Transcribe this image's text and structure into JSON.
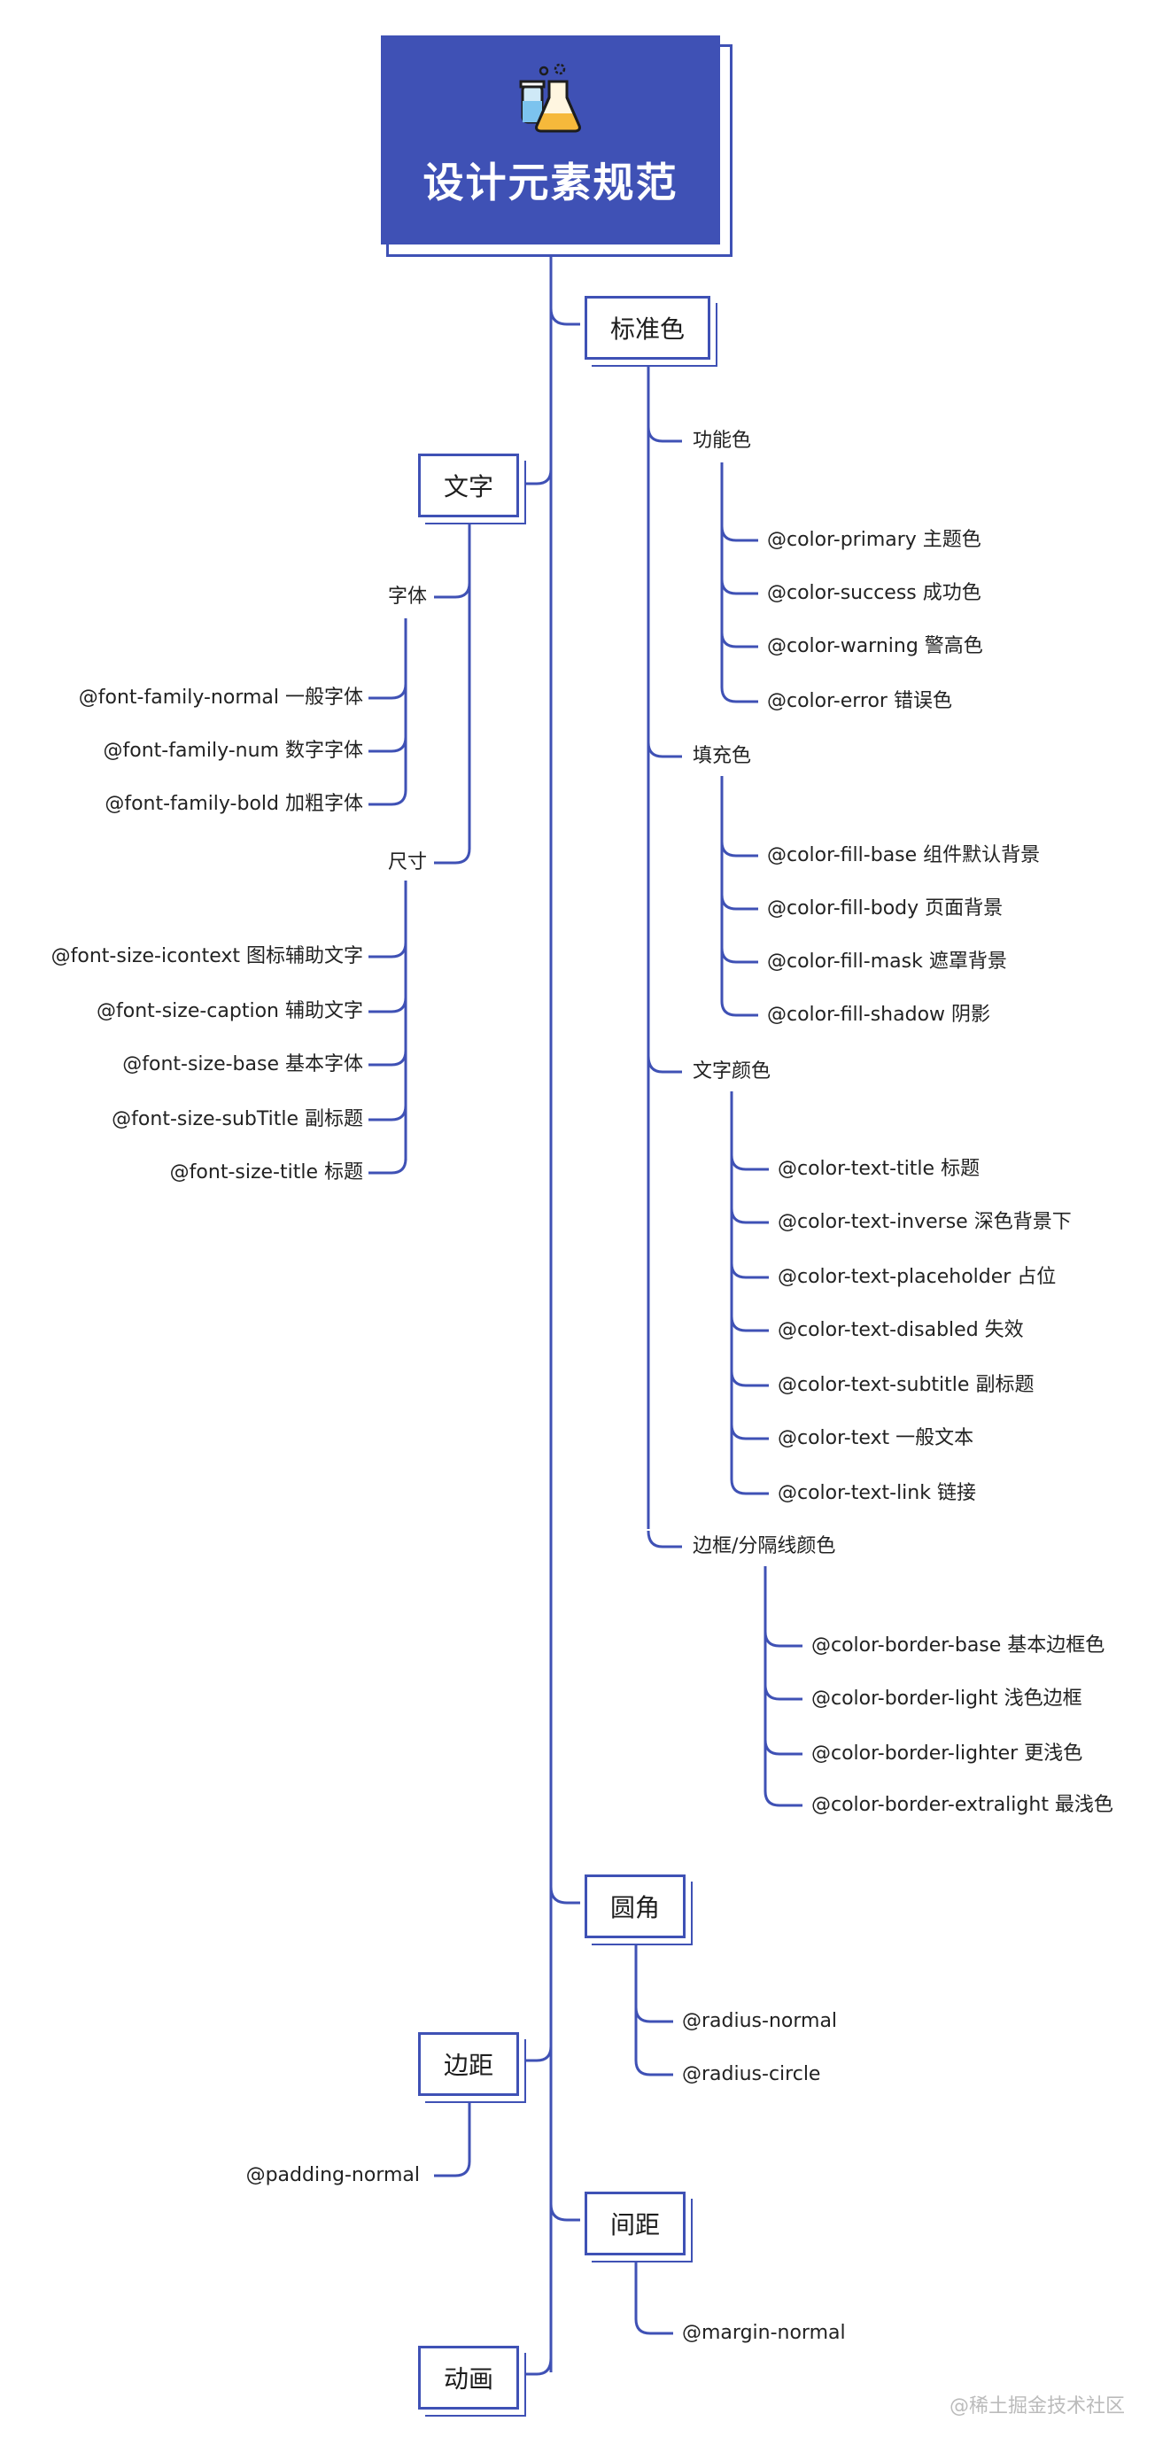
{
  "root": {
    "title": "设计元素规范",
    "icon": "flask-icon"
  },
  "branches": {
    "standard_color": {
      "label": "标准色",
      "groups": [
        {
          "label": "功能色",
          "items": [
            "@color-primary  主题色",
            "@color-success  成功色",
            "@color-warning  警高色",
            "@color-error  错误色"
          ]
        },
        {
          "label": "填充色",
          "items": [
            "@color-fill-base 组件默认背景",
            "@color-fill-body 页面背景",
            "@color-fill-mask  遮罩背景",
            "@color-fill-shadow 阴影"
          ]
        },
        {
          "label": "文字颜色",
          "items": [
            "@color-text-title 标题",
            "@color-text-inverse 深色背景下",
            "@color-text-placeholder 占位",
            "@color-text-disabled 失效",
            "@color-text-subtitle 副标题",
            "@color-text 一般文本",
            "@color-text-link 链接"
          ]
        },
        {
          "label": "边框/分隔线颜色",
          "items": [
            "@color-border-base 基本边框色",
            "@color-border-light 浅色边框",
            "@color-border-lighter 更浅色",
            "@color-border-extralight 最浅色"
          ]
        }
      ]
    },
    "text": {
      "label": "文字",
      "groups": [
        {
          "label": "字体",
          "items": [
            "@font-family-normal 一般字体",
            "@font-family-num 数字字体",
            "@font-family-bold  加粗字体"
          ]
        },
        {
          "label": "尺寸",
          "items": [
            "@font-size-icontext  图标辅助文字",
            "@font-size-caption  辅助文字",
            "@font-size-base 基本字体",
            "@font-size-subTitle 副标题",
            "@font-size-title 标题"
          ]
        }
      ]
    },
    "radius": {
      "label": "圆角",
      "items": [
        "@radius-normal",
        "@radius-circle"
      ]
    },
    "padding": {
      "label": "边距",
      "items": [
        "@padding-normal"
      ]
    },
    "margin": {
      "label": "间距",
      "items": [
        "@margin-normal"
      ]
    },
    "animation": {
      "label": "动画"
    }
  },
  "watermark": "@稀土掘金技术社区",
  "colors": {
    "accent": "#3f51b5",
    "line": "#3f51b5",
    "text": "#222222",
    "watermark": "#bbbbbb"
  }
}
